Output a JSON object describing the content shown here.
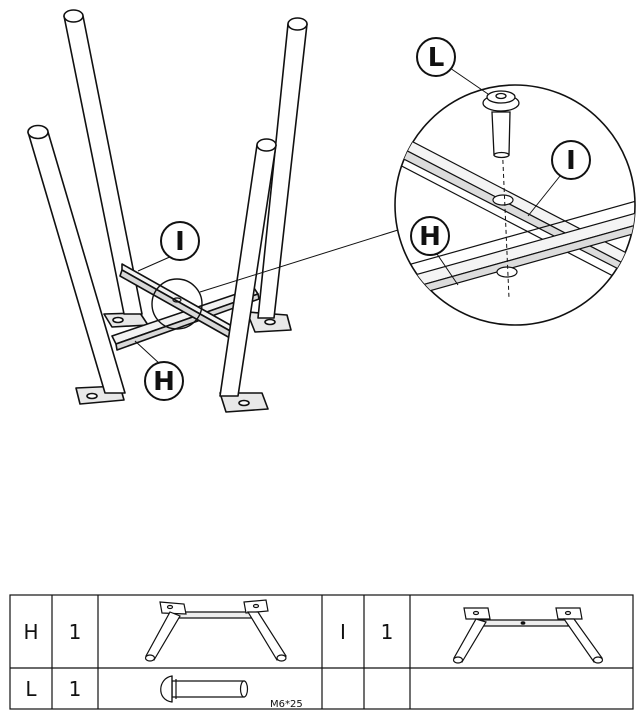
{
  "callouts": {
    "main_I": "I",
    "main_H": "H",
    "detail_L": "L",
    "detail_I": "I",
    "detail_H": "H"
  },
  "parts": [
    {
      "letter": "H",
      "qty": "1",
      "icon": "leg-frame-h-icon"
    },
    {
      "letter": "I",
      "qty": "1",
      "icon": "leg-frame-i-icon"
    },
    {
      "letter": "L",
      "qty": "1",
      "icon": "bolt-icon",
      "spec": "M6*25"
    }
  ],
  "colors": {
    "line": "#111111",
    "fill": "#ffffff",
    "shade": "#e4e4e4"
  }
}
